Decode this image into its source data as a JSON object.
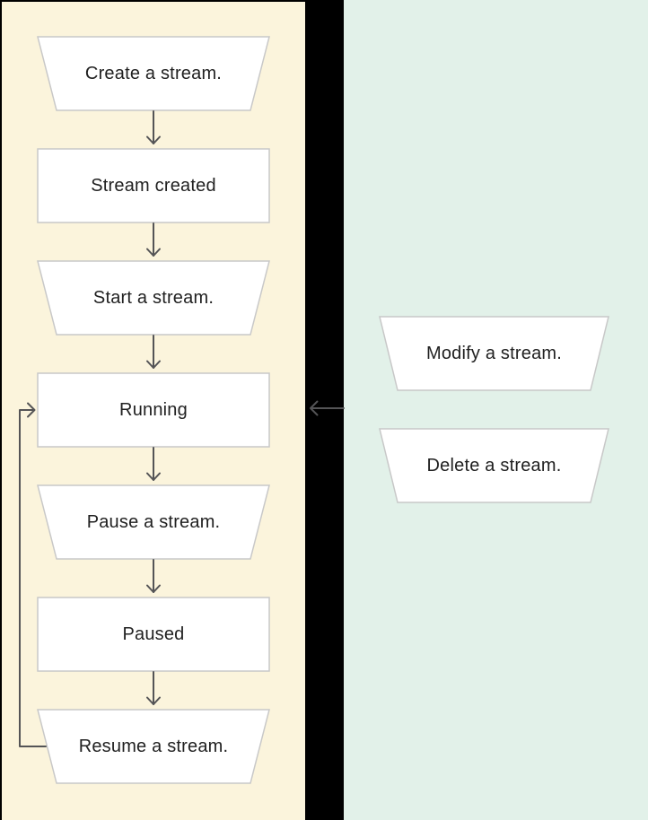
{
  "diagram": {
    "left_panel": {
      "name": "stream-lifecycle-flow",
      "background": "#FBF4DC",
      "nodes": [
        {
          "id": "create",
          "label": "Create a stream.",
          "shape": "trapezoid"
        },
        {
          "id": "created",
          "label": "Stream created",
          "shape": "rect"
        },
        {
          "id": "start",
          "label": "Start a stream.",
          "shape": "trapezoid"
        },
        {
          "id": "running",
          "label": "Running",
          "shape": "rect"
        },
        {
          "id": "pause",
          "label": "Pause a stream.",
          "shape": "trapezoid"
        },
        {
          "id": "paused",
          "label": "Paused",
          "shape": "rect"
        },
        {
          "id": "resume",
          "label": "Resume a stream.",
          "shape": "trapezoid"
        }
      ]
    },
    "right_panel": {
      "name": "stream-actions",
      "background": "#E2F1E9",
      "nodes": [
        {
          "id": "modify",
          "label": "Modify a stream.",
          "shape": "trapezoid"
        },
        {
          "id": "delete",
          "label": "Delete a stream.",
          "shape": "trapezoid"
        }
      ]
    },
    "edges": [
      {
        "from": "create",
        "to": "created"
      },
      {
        "from": "created",
        "to": "start"
      },
      {
        "from": "start",
        "to": "running"
      },
      {
        "from": "running",
        "to": "pause"
      },
      {
        "from": "pause",
        "to": "paused"
      },
      {
        "from": "paused",
        "to": "resume"
      },
      {
        "from": "resume",
        "to": "running",
        "style": "loop-left"
      },
      {
        "from": "right_panel",
        "to": "running",
        "style": "left-arrow-across-divider"
      }
    ],
    "colors": {
      "node_fill": "#FFFFFF",
      "node_border": "#C8C8C8",
      "arrow": "#545456",
      "text": "#212121",
      "divider": "#000000"
    }
  }
}
